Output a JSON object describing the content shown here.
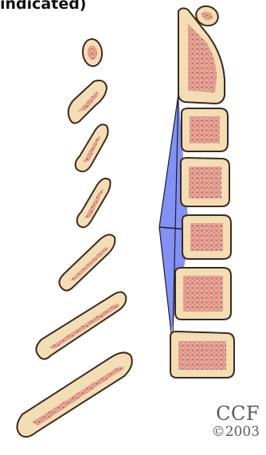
{
  "caption": "indicated)",
  "credit": {
    "mark": "CCF",
    "year": "©2003"
  },
  "colors": {
    "bone_fill": "#f3ddb4",
    "bone_outline": "#3b2a1c",
    "marrow": "#c9566c",
    "wedge_fill": "#5a6cf0",
    "credit_text": "#5a5a5a"
  }
}
